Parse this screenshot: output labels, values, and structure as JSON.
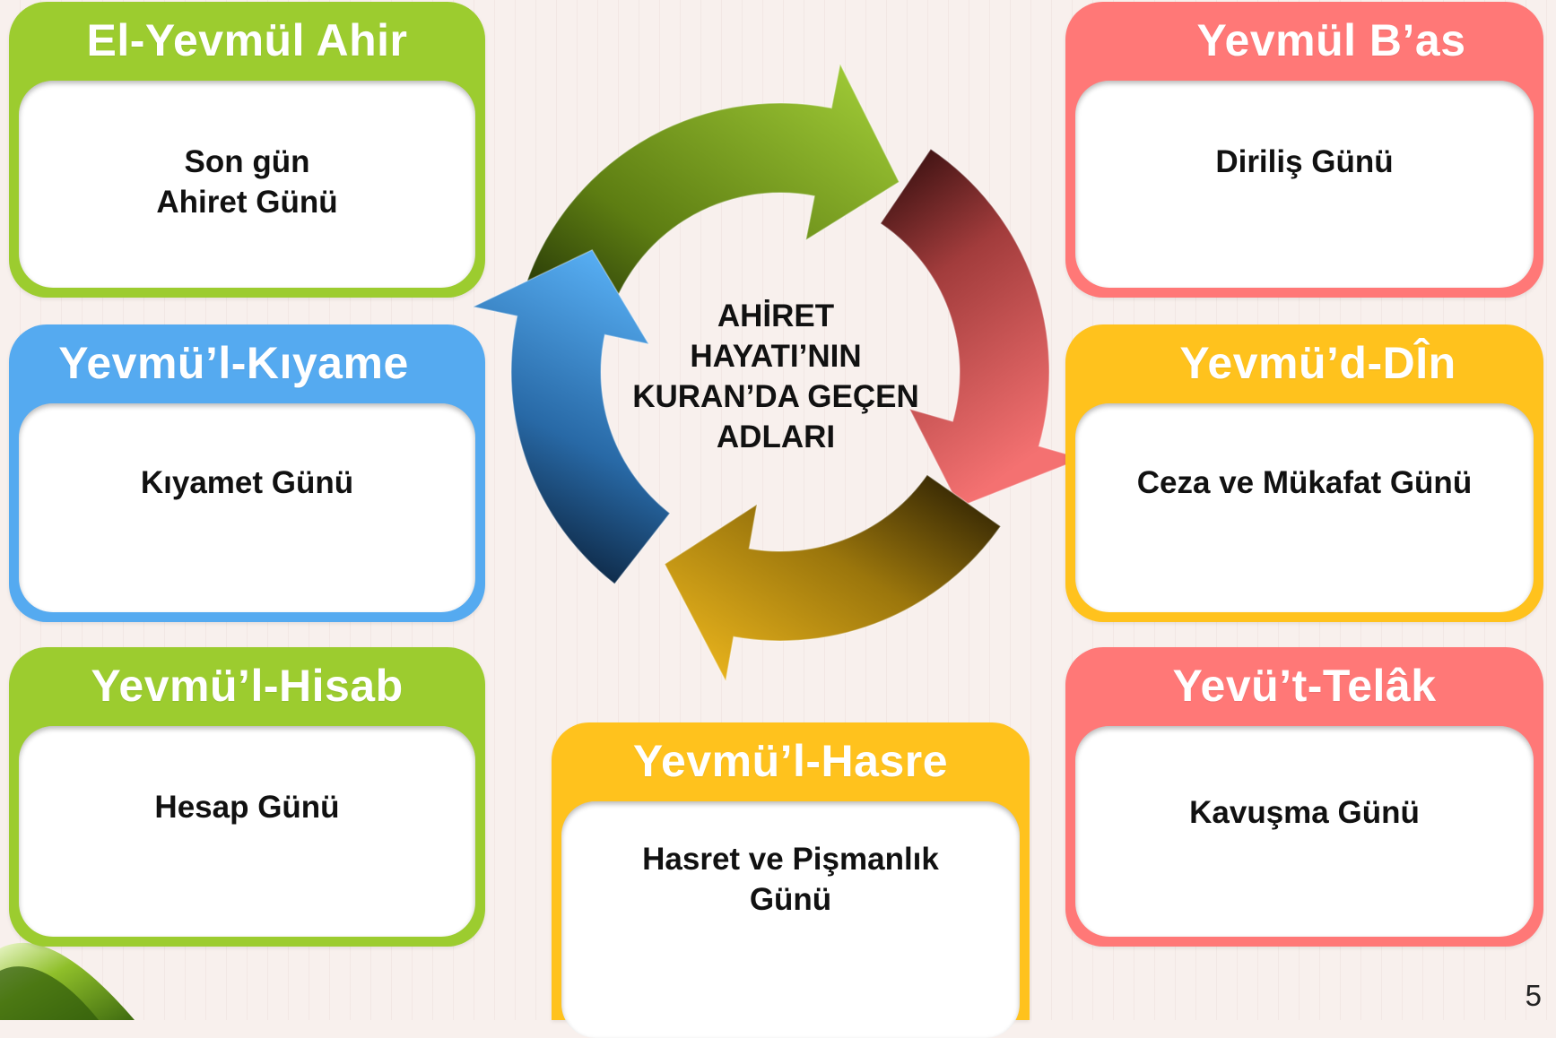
{
  "center": {
    "lines": [
      "AHİRET",
      "HAYATI’NIN",
      "KURAN’DA GEÇEN",
      "ADLARI"
    ]
  },
  "cards": {
    "el_yevmul_ahir": {
      "title": "El-Yevmül Ahir",
      "lines": [
        "Son gün",
        "Ahiret Günü"
      ],
      "color": "#9ccc2f"
    },
    "yevmul_kiyame": {
      "title": "Yevmü’l-Kıyame",
      "lines": [
        "Kıyamet Günü"
      ],
      "color": "#55aaf0"
    },
    "yevmul_hisab": {
      "title": "Yevmü’l-Hisab",
      "lines": [
        "Hesap Günü"
      ],
      "color": "#9ccc2f"
    },
    "yevmul_bas": {
      "title": "Yevmül B’as",
      "lines": [
        "Diriliş Günü"
      ],
      "color": "#ff7877"
    },
    "yevmud_din": {
      "title": "Yevmü’d-DÎn",
      "lines": [
        "Ceza ve Mükafat Günü"
      ],
      "color": "#ffc21d"
    },
    "yevut_telak": {
      "title": "Yevü’t-Telâk",
      "lines": [
        "Kavuşma Günü"
      ],
      "color": "#ff7877"
    },
    "yevmul_hasre": {
      "title": "Yevmü’l-Hasre",
      "lines": [
        "Hasret ve Pişmanlık",
        "Günü"
      ],
      "color": "#ffc21d"
    }
  },
  "arrow_colors": {
    "green": "#9ccc2f",
    "red": "#ef6b6b",
    "orange": "#f3b81c",
    "blue": "#4ea4ee"
  },
  "page_number": "5"
}
